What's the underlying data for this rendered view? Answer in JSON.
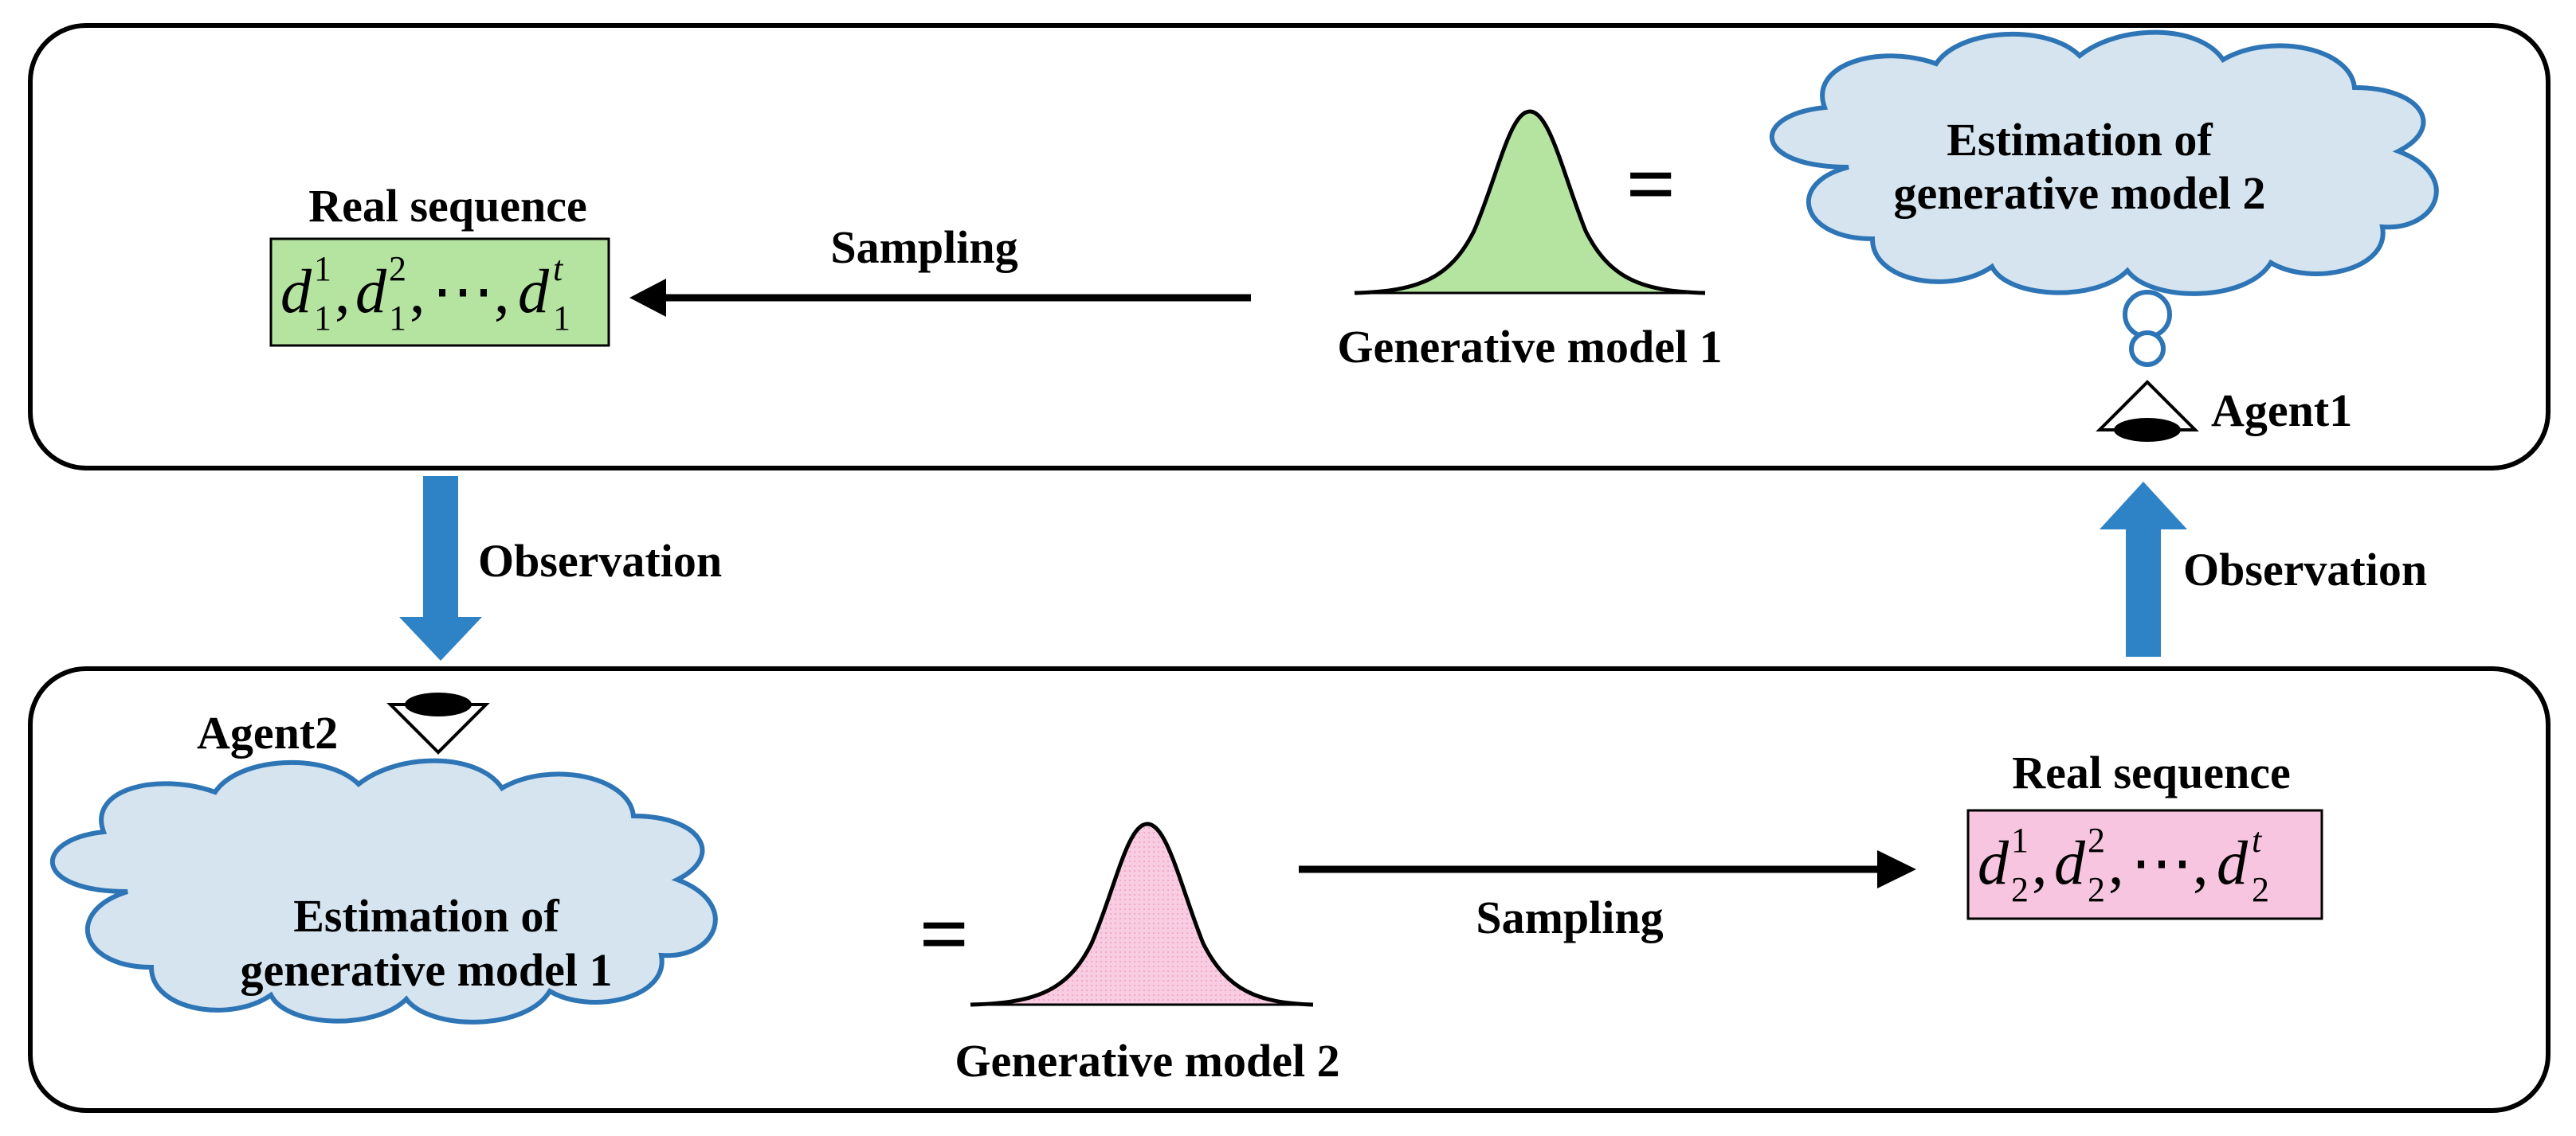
{
  "top_panel": {
    "real_sequence_title": "Real sequence",
    "sequence": {
      "base": "d",
      "subscript": "1",
      "superscripts": [
        "1",
        "2",
        "t"
      ],
      "ellipsis": "⋯",
      "separator": ","
    },
    "sampling_label": "Sampling",
    "equals": "=",
    "model_label": "Generative model 1",
    "estimation_line1": "Estimation of",
    "estimation_line2": "generative model 2",
    "agent_label": "Agent1",
    "sequence_fill": "#b5e4a1",
    "curve_fill": "#b5e4a1"
  },
  "bottom_panel": {
    "real_sequence_title": "Real sequence",
    "sequence": {
      "base": "d",
      "subscript": "2",
      "superscripts": [
        "1",
        "2",
        "t"
      ],
      "ellipsis": "⋯",
      "separator": ","
    },
    "sampling_label": "Sampling",
    "equals": "=",
    "model_label": "Generative model 2",
    "estimation_line1": "Estimation of",
    "estimation_line2": "generative model 1",
    "agent_label": "Agent2",
    "sequence_fill": "#f7c5e0",
    "curve_fill": "#f9cde1"
  },
  "observation_left": "Observation",
  "observation_right": "Observation",
  "colors": {
    "arrow_blue": "#2e83c6",
    "cloud_fill": "#d6e4f0",
    "cloud_stroke": "#2e75b6"
  },
  "icons": {
    "eye": "eye-icon",
    "cloud": "thought-cloud",
    "arrow": "block-arrow"
  }
}
